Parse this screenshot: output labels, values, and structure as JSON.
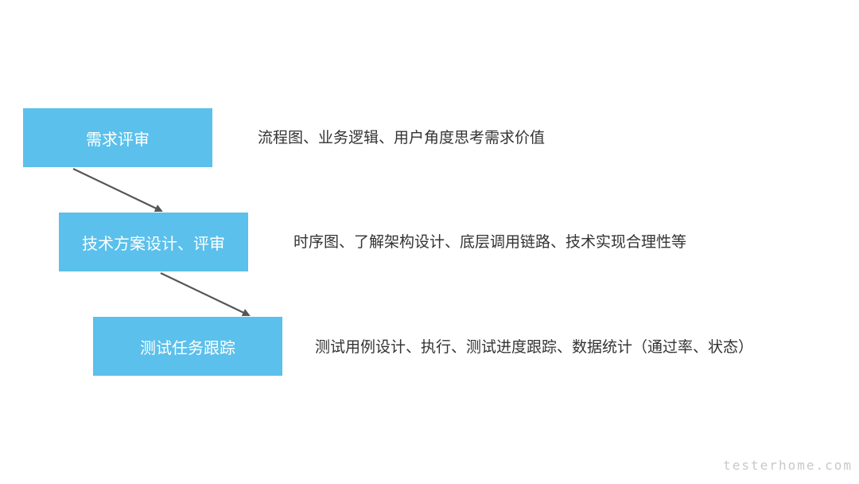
{
  "flow": {
    "steps": [
      {
        "label": "需求评审",
        "desc": "流程图、业务逻辑、用户角度思考需求价值"
      },
      {
        "label": "技术方案设计、评审",
        "desc": "时序图、了解架构设计、底层调用链路、技术实现合理性等"
      },
      {
        "label": "测试任务跟踪",
        "desc": "测试用例设计、执行、测试进度跟踪、数据统计（通过率、状态）"
      }
    ]
  },
  "watermark": "testerhome.com",
  "colors": {
    "box_fill": "#5bc0eb",
    "box_text": "#ffffff",
    "desc_text": "#333333",
    "arrow": "#555555",
    "background": "#ffffff"
  }
}
